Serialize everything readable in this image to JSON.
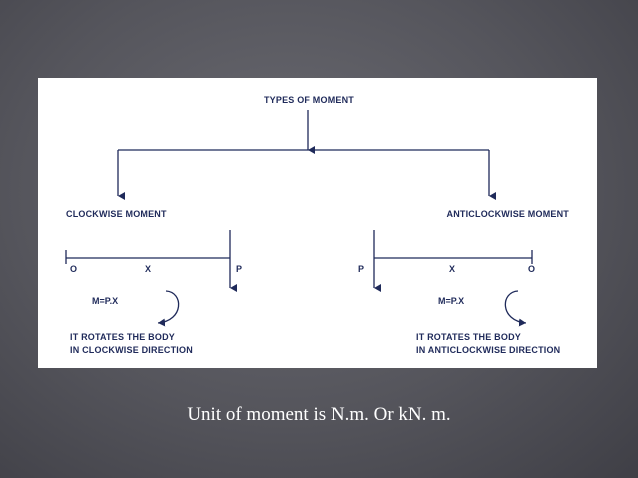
{
  "diagram": {
    "title": "TYPES OF MOMENT",
    "left": {
      "heading": "CLOCKWISE MOMENT",
      "point_o": "O",
      "point_x": "X",
      "point_p": "P",
      "formula": "M=P.X",
      "desc_line1": "IT ROTATES THE BODY",
      "desc_line2": "IN CLOCKWISE DIRECTION"
    },
    "right": {
      "heading": "ANTICLOCKWISE MOMENT",
      "point_p": "P",
      "point_x": "X",
      "point_o": "O",
      "formula": "M=P.X",
      "desc_line1": "IT ROTATES THE BODY",
      "desc_line2": "IN ANTICLOCKWISE DIRECTION"
    }
  },
  "caption": "Unit of moment is N.m.  Or  kN. m."
}
